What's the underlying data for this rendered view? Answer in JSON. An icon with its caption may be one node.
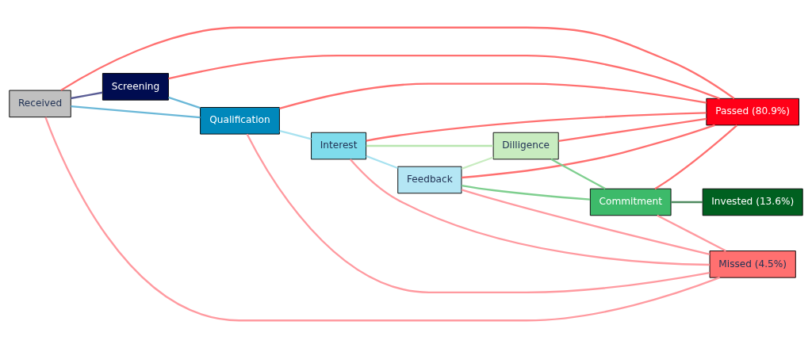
{
  "diagram": {
    "nodes": [
      {
        "text": [
          "Received"
        ]
      },
      {
        "text": [
          "Screening"
        ]
      },
      {
        "text": [
          "Qualification"
        ]
      },
      {
        "text": [
          "Interest"
        ]
      },
      {
        "text": [
          "Feedback"
        ]
      },
      {
        "text": [
          "Dilligence"
        ]
      },
      {
        "text": [
          "Commitment"
        ]
      },
      {
        "text": [
          "Invested (13.6%)"
        ]
      },
      {
        "text": [
          "Missed (4.5%)"
        ]
      },
      {
        "text": [
          "Passed (80.9%)"
        ]
      }
    ],
    "edges": [
      {
        "from": 0,
        "to": 2,
        "arrow": "none",
        "color": "#6bb8d8"
      },
      {
        "from": 0,
        "to": 1,
        "arrow": "none",
        "color": "#5b5e96"
      },
      {
        "from": 0,
        "to": 8,
        "arrow": "none",
        "color": "#ff9aa0"
      },
      {
        "from": 0,
        "to": 9,
        "arrow": "none"
      },
      {
        "from": 1,
        "to": 2,
        "arrow": "none",
        "color": "#6bb8d8"
      },
      {
        "from": 1,
        "to": 9,
        "arrow": "none"
      },
      {
        "from": 2,
        "to": 3,
        "arrow": "none",
        "color": "#a8e2f0"
      },
      {
        "from": 2,
        "to": 8,
        "arrow": "none",
        "color": "#ff9aa0"
      },
      {
        "from": 2,
        "to": 9,
        "arrow": "none"
      },
      {
        "from": 3,
        "to": 4,
        "arrow": "none",
        "color": "#a8e2f0"
      },
      {
        "from": 3,
        "to": 5,
        "arrow": "none",
        "color": "#b8e6b0"
      },
      {
        "from": 3,
        "to": 8,
        "arrow": "none",
        "color": "#ff9aa0"
      },
      {
        "from": 3,
        "to": 9,
        "arrow": "none"
      },
      {
        "from": 4,
        "to": 5,
        "arrow": "none",
        "color": "#c8ecc0"
      },
      {
        "from": 4,
        "to": 6,
        "arrow": "none",
        "color": "#7fcf8f"
      },
      {
        "from": 4,
        "to": 8,
        "arrow": "none",
        "color": "#ff9aa0"
      },
      {
        "from": 4,
        "to": 9,
        "arrow": "none"
      },
      {
        "from": 5,
        "to": 6,
        "arrow": "none",
        "color": "#7fcf8f"
      },
      {
        "from": 5,
        "to": 9,
        "arrow": "none"
      },
      {
        "from": 6,
        "to": 7,
        "arrow": "none",
        "color": "#4f8a5f"
      },
      {
        "from": 6,
        "to": 8,
        "arrow": "none",
        "color": "#ff9aa0"
      },
      {
        "from": 6,
        "to": 9,
        "arrow": "none"
      }
    ]
  }
}
